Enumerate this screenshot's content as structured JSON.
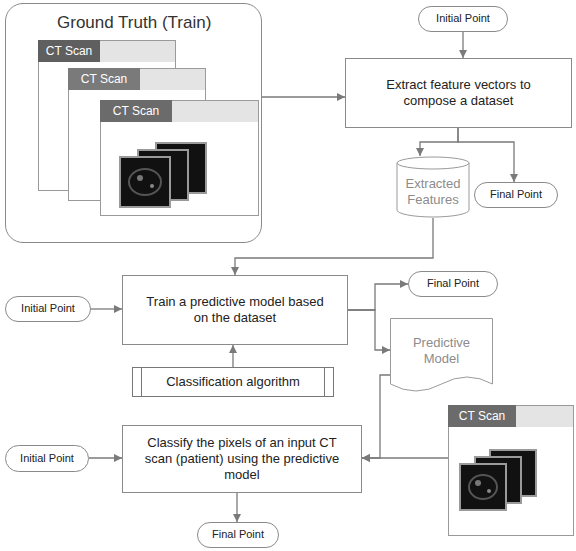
{
  "diagram": {
    "nodes": [
      {
        "text": [
          "Ground Truth (Train)"
        ]
      },
      {
        "text": [
          "CT Scan"
        ],
        "in": 0
      },
      {
        "text": [
          "CT Scan"
        ],
        "in": 0
      },
      {
        "text": [
          "CT Scan"
        ],
        "in": 0
      },
      {
        "text": [
          "Initial Point"
        ]
      },
      {
        "text": [
          "Extract feature vectors to compose a dataset"
        ]
      },
      {
        "text": [
          "Extracted Features"
        ]
      },
      {
        "text": [
          "Final Point"
        ]
      },
      {
        "text": [
          "Initial Point"
        ]
      },
      {
        "text": [
          "Train a predictive model based on the dataset"
        ]
      },
      {
        "text": [
          "Final Point"
        ]
      },
      {
        "text": [
          "Classification algorithm"
        ]
      },
      {
        "text": [
          "Predictive Model"
        ]
      },
      {
        "text": [
          "CT Scan"
        ]
      },
      {
        "text": [
          "Initial Point"
        ]
      },
      {
        "text": [
          "Classify the pixels of an input CT scan (patient) using the predictive model"
        ]
      },
      {
        "text": [
          "Final Point"
        ]
      }
    ],
    "edges": [
      {
        "from": 0,
        "to": 5,
        "arrow": "to"
      },
      {
        "from": 4,
        "to": 5,
        "arrow": "to"
      },
      {
        "from": 5,
        "to": 6,
        "arrow": "to"
      },
      {
        "from": 5,
        "to": 7,
        "arrow": "to"
      },
      {
        "from": 6,
        "to": 9,
        "arrow": "to"
      },
      {
        "from": 8,
        "to": 9,
        "arrow": "to"
      },
      {
        "from": 11,
        "to": 9,
        "arrow": "to"
      },
      {
        "from": 9,
        "to": 10,
        "arrow": "to"
      },
      {
        "from": 9,
        "to": 12,
        "arrow": "to"
      },
      {
        "from": 12,
        "to": 15,
        "arrow": "to"
      },
      {
        "from": 13,
        "to": 15,
        "arrow": "to"
      },
      {
        "from": 14,
        "to": 15,
        "arrow": "to"
      },
      {
        "from": 15,
        "to": 16,
        "arrow": "to"
      }
    ]
  }
}
